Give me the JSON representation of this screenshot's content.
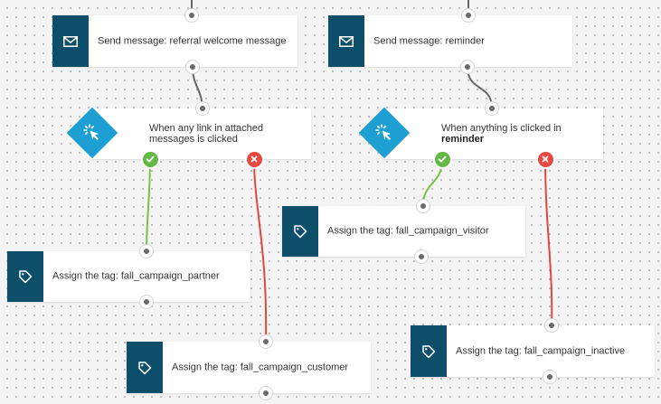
{
  "colors": {
    "node_icon_bg": "#0d4f6b",
    "trigger_diamond": "#1e9fd4",
    "yes_path": "#7cc242",
    "no_path": "#e0483e",
    "connector": "#666666"
  },
  "icons": {
    "message": "envelope-icon",
    "trigger": "cursor-click-icon",
    "tag": "tag-icon",
    "yes": "check-icon",
    "no": "x-icon"
  },
  "flows": {
    "left": {
      "message": {
        "label": "Send message: referral welcome message"
      },
      "trigger": {
        "text": "When any link in attached messages is clicked"
      },
      "yes_tag": {
        "label": "Assign the tag: fall_campaign_partner"
      },
      "no_tag": {
        "label": "Assign the tag: fall_campaign_customer"
      }
    },
    "right": {
      "message": {
        "label": "Send message: reminder"
      },
      "trigger": {
        "text": "When anything is clicked in ",
        "bold": "reminder"
      },
      "yes_tag": {
        "label": "Assign the tag: fall_campaign_visitor"
      },
      "no_tag": {
        "label": "Assign the tag: fall_campaign_inactive"
      }
    }
  }
}
